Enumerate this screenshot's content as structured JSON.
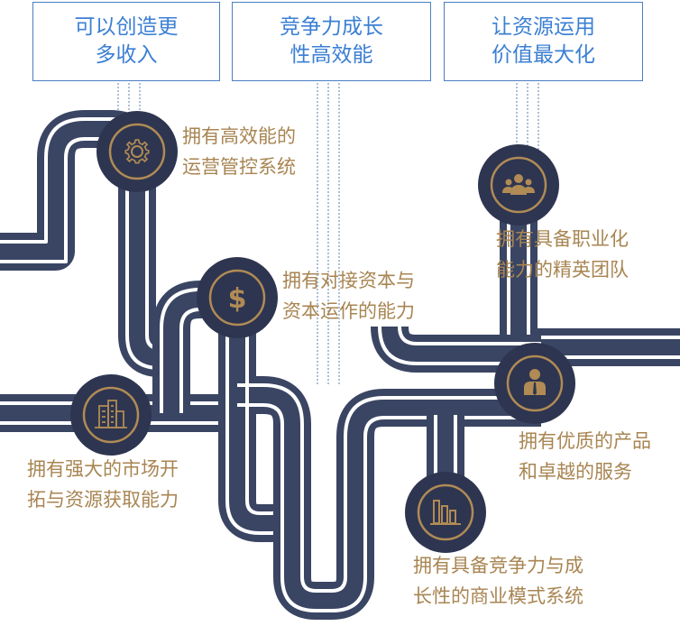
{
  "goals": [
    {
      "text": "可以创造更\n多收入"
    },
    {
      "text": "竞争力成长\n性高效能"
    },
    {
      "text": "让资源运用\n价值最大化"
    }
  ],
  "capabilities": [
    {
      "text": "拥有高效能的\n运营管控系统",
      "icon": "gear-icon"
    },
    {
      "text": "拥有具备职业化\n能力的精英团队",
      "icon": "team-icon"
    },
    {
      "text": "拥有对接资本与\n资本运作的能力",
      "icon": "dollar-icon"
    },
    {
      "text": "拥有优质的产品\n和卓越的服务",
      "icon": "person-icon"
    },
    {
      "text": "拥有强大的市场开\n拓与资源获取能力",
      "icon": "buildings-icon"
    },
    {
      "text": "拥有具备竞争力与成\n长性的商业模式系统",
      "icon": "bar-chart-icon"
    }
  ],
  "colors": {
    "road": "#3a4563",
    "node_fill": "#2e3550",
    "node_ring": "#b08b55",
    "label": "#a88552",
    "goal_text": "#3b7fd4",
    "goal_border": "#4a7fc1"
  }
}
